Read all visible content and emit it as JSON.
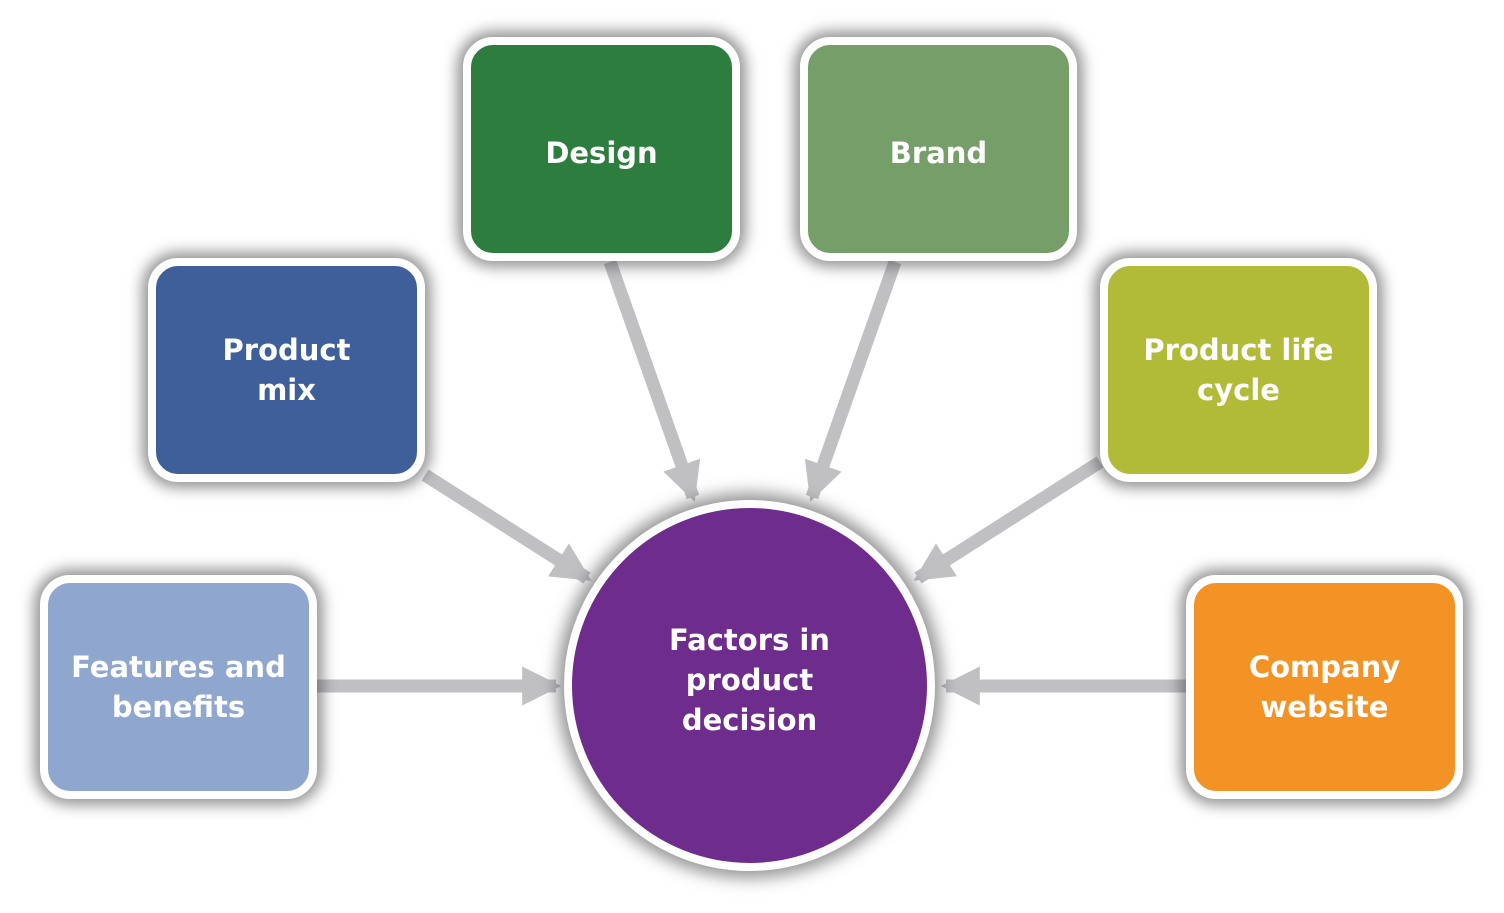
{
  "center": {
    "label": "Factors in product decision",
    "color": "#6e2c8c"
  },
  "factors": [
    {
      "id": "features",
      "label": "Features and benefits",
      "color": "#8fa6cf"
    },
    {
      "id": "product-mix",
      "label": "Product mix",
      "color": "#3e5f9a"
    },
    {
      "id": "design",
      "label": "Design",
      "color": "#2c7d3e"
    },
    {
      "id": "brand",
      "label": "Brand",
      "color": "#769e68"
    },
    {
      "id": "product-life-cycle",
      "label": "Product life cycle",
      "color": "#b2bb37"
    },
    {
      "id": "company-website",
      "label": "Company website",
      "color": "#f39325"
    }
  ],
  "arrow_color": "#c0c0c3"
}
